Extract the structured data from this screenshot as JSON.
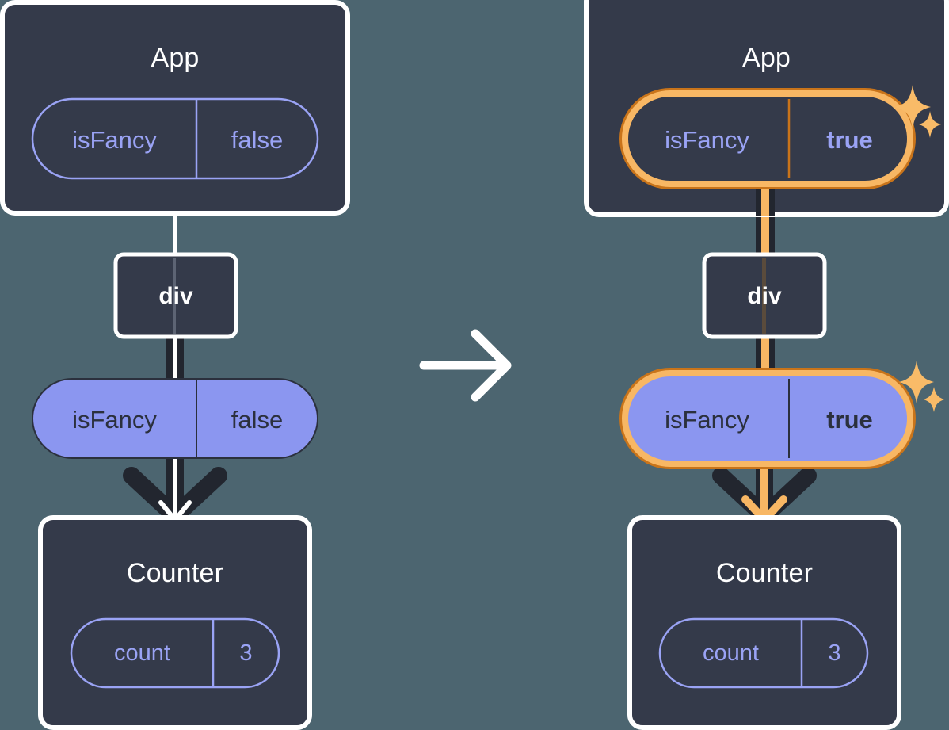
{
  "diagram": {
    "title_left": "App",
    "title_right": "App",
    "arrow_between": "right-arrow",
    "colors": {
      "background": "#4c6570",
      "box_fill": "#343a4a",
      "box_stroke": "#ffffff",
      "pill_fill_purple": "#8b96f0",
      "pill_stroke_purple": "#9aa3f5",
      "text_light": "#ffffff",
      "text_dark": "#2b303d",
      "highlight_outer": "#c9741a",
      "highlight_inner": "#f8b764",
      "sparkle": "#f9bb68",
      "wire_dark": "#22262f",
      "wire_light": "#ffffff"
    }
  },
  "left_panel": {
    "app_box": {
      "title": "App",
      "pill": {
        "key": "isFancy",
        "value": "false",
        "style": "outline"
      }
    },
    "div_node": {
      "label": "div"
    },
    "prop_pill": {
      "key": "isFancy",
      "value": "false",
      "style": "filled"
    },
    "counter_box": {
      "title": "Counter",
      "pill": {
        "key": "count",
        "value": "3",
        "style": "outline"
      }
    }
  },
  "right_panel": {
    "app_box": {
      "title": "App",
      "pill": {
        "key": "isFancy",
        "value": "true",
        "style": "outline-highlighted"
      },
      "sparkle": "sparkle-icon"
    },
    "div_node": {
      "label": "div"
    },
    "prop_pill": {
      "key": "isFancy",
      "value": "true",
      "style": "filled-highlighted"
    },
    "sparkle": "sparkle-icon",
    "counter_box": {
      "title": "Counter",
      "pill": {
        "key": "count",
        "value": "3",
        "style": "outline"
      }
    }
  }
}
